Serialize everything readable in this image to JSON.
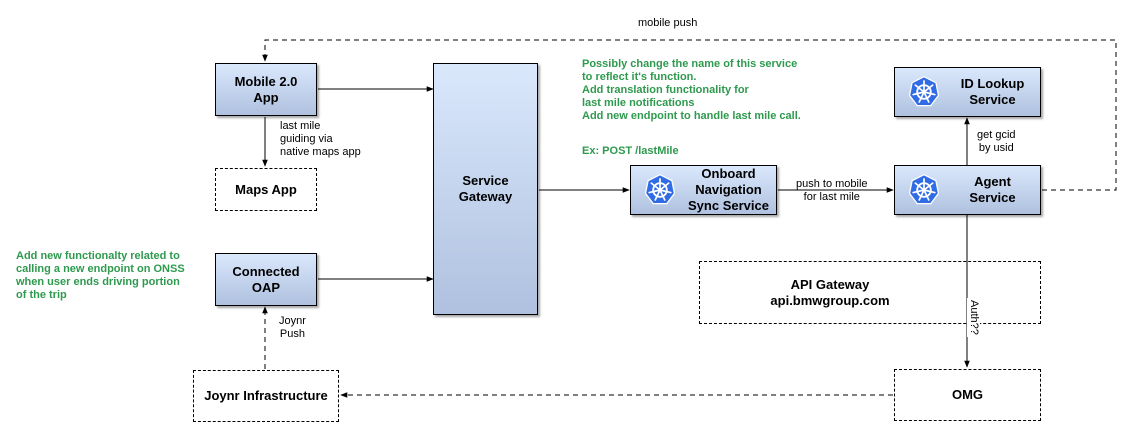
{
  "nodes": {
    "mobile_app": "Mobile 2.0\nApp",
    "maps_app": "Maps App",
    "connected_oap": "Connected\nOAP",
    "joynr_infra": "Joynr Infrastructure",
    "service_gateway": "Service\nGateway",
    "onboard_nav": "Onboard\nNavigation\nSync Service",
    "id_lookup": "ID Lookup\nService",
    "agent": "Agent\nService",
    "api_gateway": "API Gateway\napi.bmwgroup.com",
    "omg": "OMG"
  },
  "edge_labels": {
    "mobile_push": "mobile push",
    "last_mile": "last mile\nguiding via\nnative maps app",
    "joynr_push": "Joynr\nPush",
    "push_to_mobile": "push to mobile\nfor last mile",
    "get_gcid": "get gcid\nby usid",
    "auth": "Auth??"
  },
  "notes": {
    "service_note": "Possibly change the name of this service\nto reflect it's function.\nAdd translation functionality for\nlast mile notifications\nAdd new endpoint to handle last mile call.",
    "endpoint_example": "Ex: POST /lastMile",
    "oap_note": "Add new functionalty related to\ncalling a new endpoint on ONSS\nwhen user ends driving portion\nof the trip"
  },
  "colors": {
    "box_fill_top": "#dae8fc",
    "box_fill_bottom": "#afc1df",
    "note_green": "#2e9a4e",
    "kubernetes_blue": "#326ce5"
  },
  "icons": [
    "kubernetes-icon"
  ]
}
